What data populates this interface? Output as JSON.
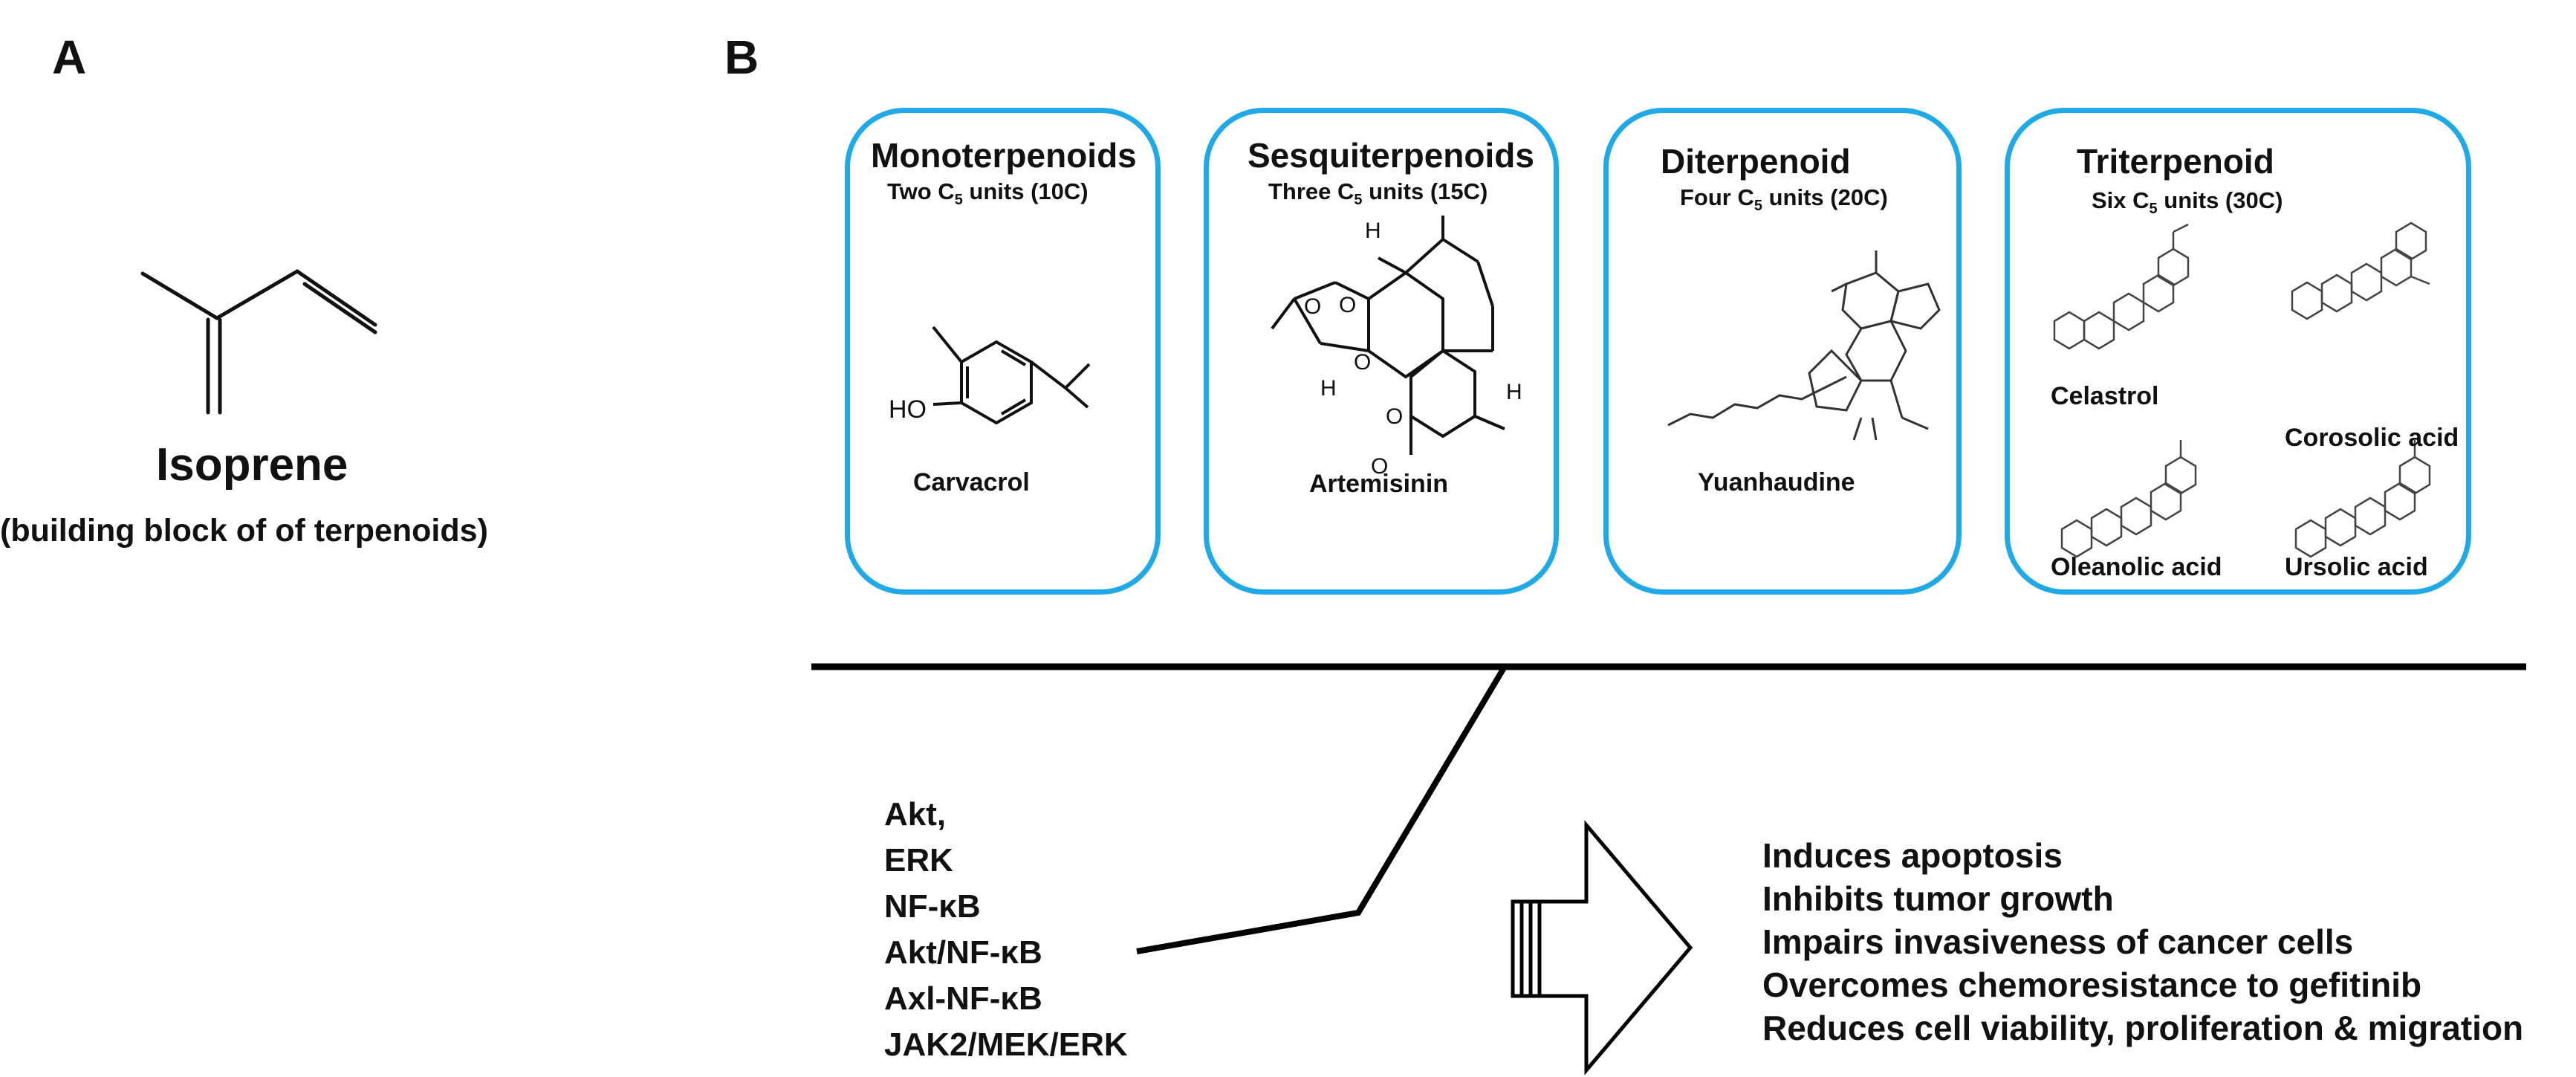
{
  "panels": {
    "a": "A",
    "b": "B"
  },
  "isoprene": {
    "name": "Isoprene",
    "caption": "(building block of of terpenoids)"
  },
  "classes": [
    {
      "title": "Monoterpenoids",
      "subtitle_pre": "Two C",
      "subtitle_sub": "5",
      "subtitle_post": " units (10C)",
      "compounds": [
        "Carvacrol"
      ],
      "atom_labels": [
        "HO"
      ]
    },
    {
      "title": "Sesquiterpenoids",
      "subtitle_pre": "Three C",
      "subtitle_sub": "5",
      "subtitle_post": " units (15C)",
      "compounds": [
        "Artemisinin"
      ],
      "atom_labels": [
        "H",
        "O",
        "O",
        "O",
        "H",
        "O",
        "H",
        "O"
      ]
    },
    {
      "title": "Diterpenoid",
      "subtitle_pre": "Four C",
      "subtitle_sub": "5",
      "subtitle_post": " units (20C)",
      "compounds": [
        "Yuanhaudine"
      ]
    },
    {
      "title": "Triterpenoid",
      "subtitle_pre": "Six C",
      "subtitle_sub": "5",
      "subtitle_post": " units (30C)",
      "compounds": [
        "Celastrol",
        "Corosolic acid",
        "Oleanolic acid",
        "Ursolic acid"
      ]
    }
  ],
  "pathways": [
    "Akt,",
    "ERK",
    "NF-κB",
    "Akt/NF-κB",
    "Axl-NF-κB",
    "JAK2/MEK/ERK"
  ],
  "effects": [
    "Induces apoptosis",
    "Inhibits tumor growth",
    "Impairs invasiveness of cancer cells",
    "Overcomes chemoresistance to gefitinib",
    "Reduces cell viability, proliferation & migration"
  ],
  "colors": {
    "box_border": "#1fa9e6",
    "text": "#111111",
    "line": "#000000"
  }
}
